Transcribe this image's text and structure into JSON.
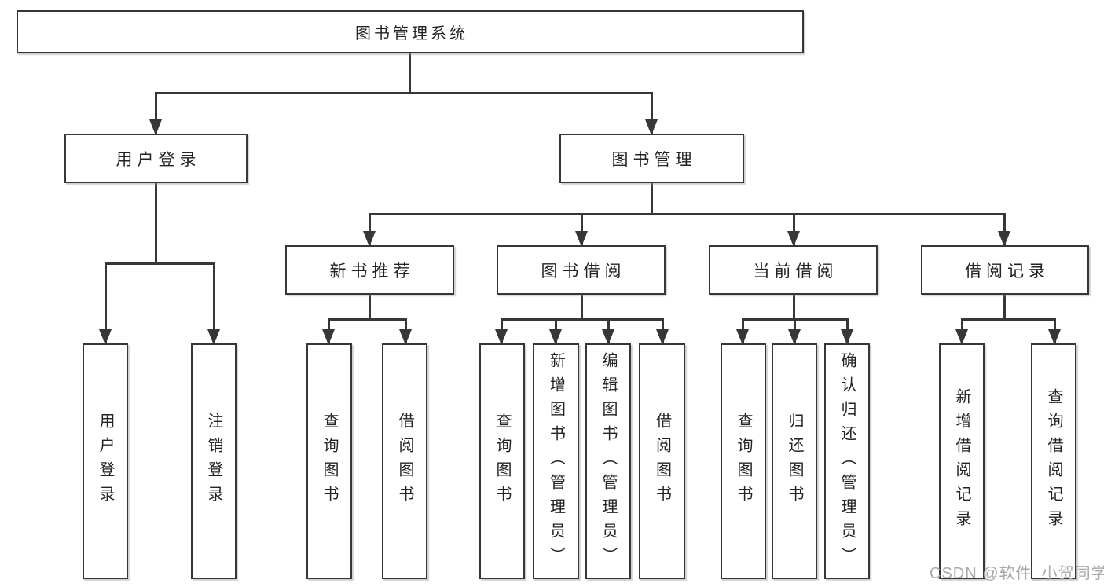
{
  "nodes": {
    "root": {
      "label": "图书管理系统"
    },
    "user_login": {
      "label": "用户登录"
    },
    "book_mgmt": {
      "label": "图书管理"
    },
    "new_book_rec": {
      "label": "新书推荐"
    },
    "book_borrow": {
      "label": "图书借阅"
    },
    "current_borrow": {
      "label": "当前借阅"
    },
    "borrow_records": {
      "label": "借阅记录"
    },
    "leaf_user_login": {
      "label": "用户登录"
    },
    "leaf_logout": {
      "label": "注销登录"
    },
    "leaf_rec_query": {
      "label": "查询图书"
    },
    "leaf_rec_borrow": {
      "label": "借阅图书"
    },
    "leaf_bb_query": {
      "label": "查询图书"
    },
    "leaf_bb_add": {
      "label": "新增图书（管理员）"
    },
    "leaf_bb_edit": {
      "label": "编辑图书（管理员）"
    },
    "leaf_bb_borrow": {
      "label": "借阅图书"
    },
    "leaf_cb_query": {
      "label": "查询图书"
    },
    "leaf_cb_return": {
      "label": "归还图书"
    },
    "leaf_cb_confirm": {
      "label": "确认归还（管理员）"
    },
    "leaf_br_add": {
      "label": "新增借阅记录"
    },
    "leaf_br_query": {
      "label": "查询借阅记录"
    }
  },
  "watermark": "CSDN @软件_小贺同学",
  "colors": {
    "line": "#373737",
    "text": "#242424",
    "watermark": "#a9a9a9",
    "background": "#ffffff"
  }
}
